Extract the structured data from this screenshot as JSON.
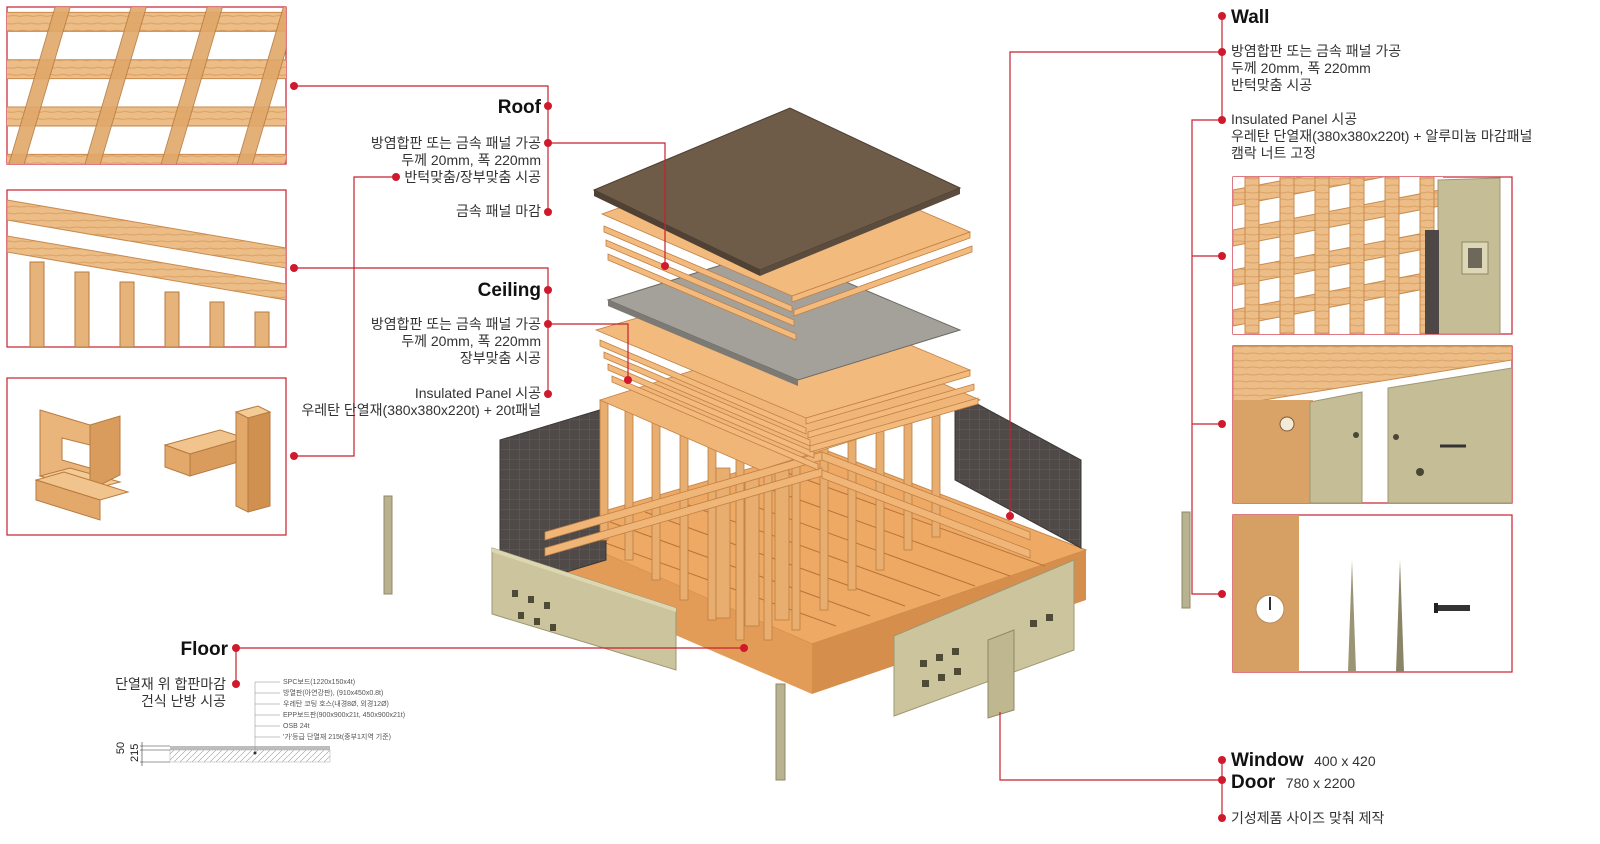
{
  "colors": {
    "accent": "#d0192c",
    "wood": "#e8b074",
    "wood_dark": "#c98a4e",
    "panel": "#c4bd95",
    "roof": "#6b5a48"
  },
  "roof": {
    "title": "Roof",
    "notes": [
      "방염합판 또는 금속 패널 가공",
      "두께 20mm, 폭 220mm",
      "반턱맞춤/장부맞춤 시공"
    ],
    "finish": "금속 패널 마감"
  },
  "ceiling": {
    "title": "Ceiling",
    "notes": [
      "방염합판 또는 금속 패널 가공",
      "두께 20mm, 폭 220mm",
      "장부맞춤 시공"
    ],
    "panel_title": "Insulated Panel 시공",
    "panel_spec": "우레탄 단열재(380x380x220t) + 20t패널"
  },
  "floor": {
    "title": "Floor",
    "notes": [
      "단열재 위 합판마감",
      "건식 난방 시공"
    ],
    "layers": [
      "SPC보드(1220x150x4t)",
      "방열판(아연강판), (910x450x0.8t)",
      "우레탄 코팅 호스(내경8Ø, 외경12Ø)",
      "EPP보드판(900x900x21t, 450x900x21t)",
      "OSB 24t",
      "'가'등급 단열재 215t(중부1지역 기준)"
    ],
    "dims": [
      "50",
      "215"
    ]
  },
  "wall": {
    "title": "Wall",
    "notes": [
      "방염합판 또는 금속 패널 가공",
      "두께 20mm, 폭 220mm",
      "반턱맞춤 시공"
    ],
    "panel_notes": [
      "Insulated Panel 시공",
      "우레탄 단열재(380x380x220t) + 알루미늄 마감패널",
      "캠락 너트 고정"
    ]
  },
  "window": {
    "title": "Window",
    "size": "400 x 420"
  },
  "door": {
    "title": "Door",
    "size": "780 x 2200"
  },
  "openings_note": "기성제품 사이즈 맞춰 제작"
}
